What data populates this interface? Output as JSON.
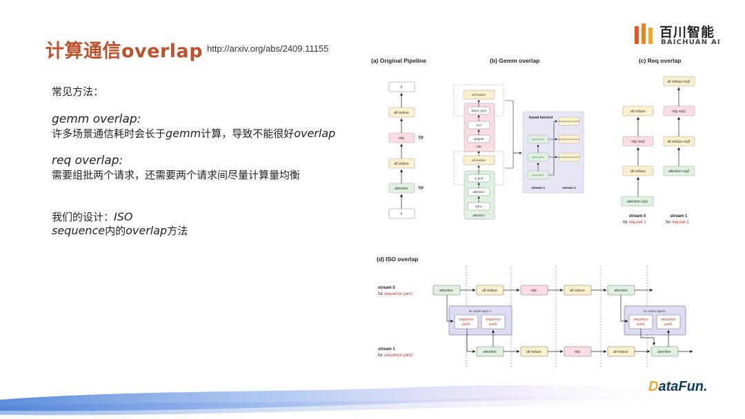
{
  "header": {
    "title": "计算通信overlap",
    "url": "http://arxiv.org/abs/2409.11155",
    "logo_cn": "百川智能",
    "logo_en": "BAICHUAN AI"
  },
  "content": {
    "common_methods": "常见方法：",
    "gemm_title": "gemm overlap:",
    "gemm_desc_1": "许多场景通信耗时会长于",
    "gemm_desc_2": "gemm",
    "gemm_desc_3": "计算，导致不能很好",
    "gemm_desc_4": "overlap",
    "req_title": "req overlap:",
    "req_desc": "需要组批两个请求，还需要两个请求间尽量计算量均衡",
    "our_design_1": "我们的设计：",
    "our_design_2": "ISO",
    "our_design_3": "sequence",
    "our_design_4": "内的",
    "our_design_5": "overlap",
    "our_design_6": "方法"
  },
  "diagram": {
    "panel_a": {
      "title": "(a) Original Pipeline",
      "h_top": "h",
      "all_reduce_1": "all reduce",
      "mlp": "mlp",
      "all_reduce_2": "all reduce",
      "attention": "attention",
      "h_bottom": "h",
      "tp": "TP"
    },
    "panel_b": {
      "title": "(b) Gemm overlap",
      "all_reduce_top": "all reduce",
      "down_proj": "down_proj",
      "act": "act",
      "up_gate": "up/gate",
      "mlp_label": "mlp",
      "all_reduce_mid": "all reduce",
      "o_proj": "o_proj",
      "attention": "attention",
      "qkv": "QKV",
      "attention_label": "attention",
      "fused_kernel": "fused kernerl",
      "fk_ar_1": "all reduce gemm part 3",
      "fk_ar_2": "all reduce gemm part 2",
      "fk_ar_3": "all reduce gemm part 1",
      "fk_g_1": "gemm part 3",
      "fk_g_2": "gemm part 2",
      "fk_g_3": "gemm part 1",
      "stream0": "stream 0",
      "stream1": "stream 1"
    },
    "panel_c": {
      "title": "(c) Req overlap",
      "all_reduce_req2_top": "all reduce req2",
      "all_reduce_l": "all reduce",
      "mlp_req2": "mlp req2",
      "mlp_req2_l": "mlp req2",
      "all_reduce_req2_r": "all reduce req2",
      "all_reduce_l2": "all reduce",
      "attention_req2": "attention req2",
      "attention_req1": "attention req1",
      "stream0": "stream 0",
      "for0": "for",
      "req1": "requset 1",
      "stream1": "stream 1",
      "for1": "for",
      "req2": "requset 2"
    },
    "panel_d": {
      "title": "(d) ISO overlap",
      "stream0": "stream 0",
      "for0": "for",
      "seq0": "sequence part1",
      "stream1": "stream 1",
      "for1": "for",
      "seq1": "sequence part2",
      "top": [
        "attention",
        "all reduce",
        "mlp",
        "all reduce",
        "attention"
      ],
      "bottom": [
        "attention",
        "all reduce",
        "mlp",
        "all reduce",
        "attention"
      ],
      "kv1": "kv cache layer 1",
      "kv2": "kv cache layer2",
      "seq_part1": "sequence part1",
      "seq_part2": "sequence part2",
      "sequence_word": "sequence",
      "part1": "part1",
      "part2": "part2"
    }
  },
  "footer": {
    "brand_d": "D",
    "brand_rest": "ataFun."
  }
}
